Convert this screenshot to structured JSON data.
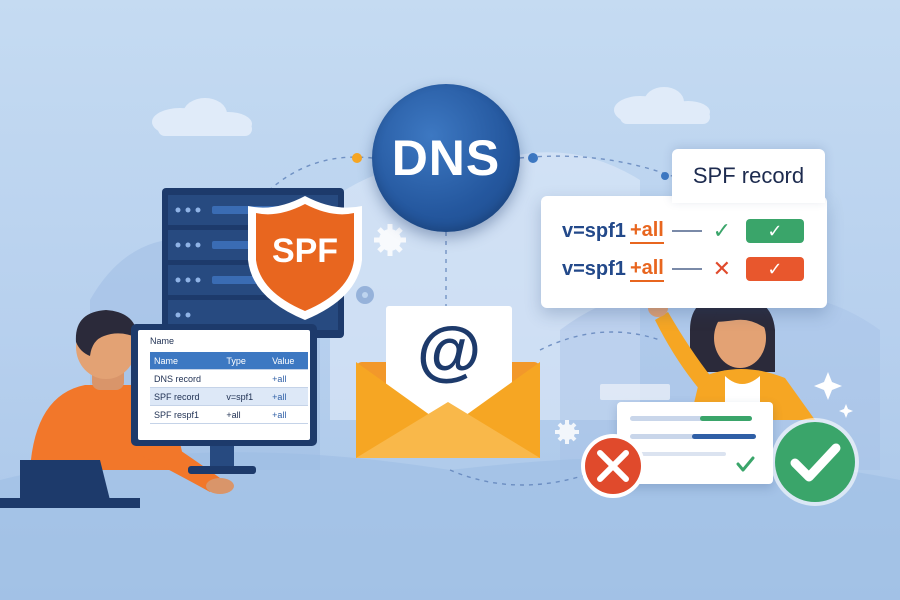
{
  "dns": {
    "label": "DNS"
  },
  "shield": {
    "label": "SPF",
    "color": "#e8661f"
  },
  "email": {
    "symbol": "@"
  },
  "spf_card": {
    "title": "SPF record",
    "rows": [
      {
        "version": "v=spf1",
        "mechanism": "+all",
        "status_icon": "check-icon",
        "pill_icon": "check-icon",
        "pill_color": "#3aa56a",
        "status_color": "#3aa56a"
      },
      {
        "version": "v=spf1",
        "mechanism": "+all",
        "status_icon": "cross-icon",
        "pill_icon": "check-icon",
        "pill_color": "#e8572d",
        "status_color": "#e04a2c"
      }
    ]
  },
  "screen": {
    "title": "Name",
    "headers": [
      "Name",
      "Type",
      "Value"
    ],
    "rows": [
      {
        "name": "DNS record",
        "type": "",
        "value": "+all"
      },
      {
        "name": "SPF record",
        "type": "v=spf1",
        "value": "+all"
      },
      {
        "name": "SPF respf1",
        "type": "+all",
        "value": "+all"
      }
    ]
  },
  "colors": {
    "accent_blue": "#24579e",
    "accent_orange": "#e8661f",
    "success_green": "#3aa56a",
    "error_red": "#e04a2c",
    "envelope_yellow": "#f6a623"
  }
}
